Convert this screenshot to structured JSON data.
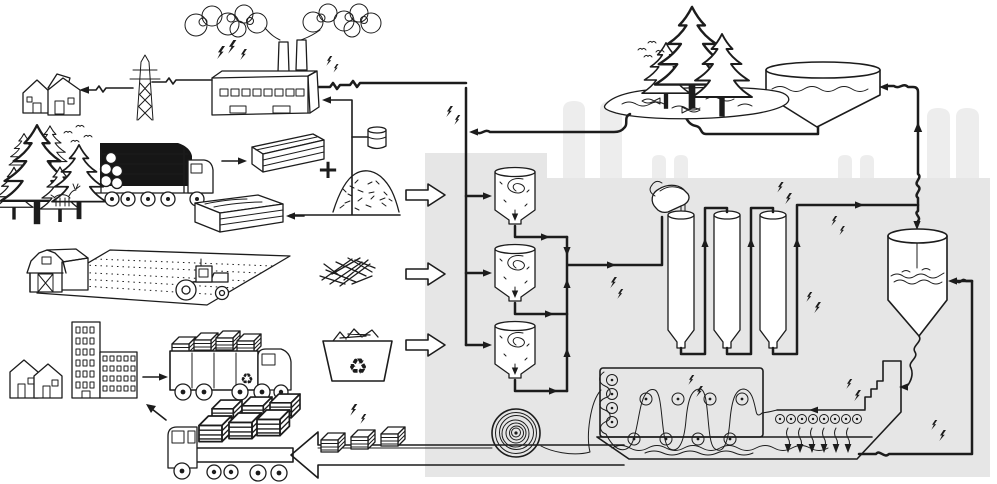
{
  "colors": {
    "ink": "#1c1c1c",
    "mill_body": "#e6e6e6",
    "mill_chimney": "#ededed",
    "log_fill": "#161616",
    "background": "#ffffff"
  },
  "icons": {
    "recycle": "♻",
    "plus": "+"
  },
  "scene": {
    "type": "hand-drawn process flow illustration (paper mill life-cycle)",
    "regions": [
      {
        "name": "energy-loop",
        "elements": [
          "village-houses",
          "transmission-pylon",
          "power-lines",
          "power-plant",
          "smoke-clouds",
          "fuel-barrel",
          "residue-fuel-lines",
          "lightning-bolts"
        ]
      },
      {
        "name": "wood-supply",
        "elements": [
          "forest-fir-trees",
          "deer",
          "birds",
          "log-truck",
          "arrow-logs-to-lumber",
          "sawn-lumber-stack",
          "plus-sign",
          "wood-chip-pile",
          "plywood-stack",
          "arrow-chips-to-plywood"
        ]
      },
      {
        "name": "agricultural-supply",
        "elements": [
          "barn",
          "crop-field",
          "tractor",
          "straw-bundle"
        ]
      },
      {
        "name": "urban-recycling-loop",
        "elements": [
          "city-buildings",
          "arrow-city-to-truck",
          "recovered-paper-truck",
          "recycling-bin",
          "paper-delivery-truck",
          "arrow-truck-to-city",
          "finished-paper-arrow",
          "outgoing-paper-bales"
        ]
      },
      {
        "name": "pulp-and-paper-mill",
        "elements": [
          "mill-silhouette",
          "mill-input-arrows",
          "energy-trunk-line",
          "pulping-digesters",
          "digester-pipes",
          "chemical-pitcher",
          "bleaching-towers",
          "bleaching-pipes",
          "stock-tank",
          "headbox",
          "forming-wire",
          "drainage-arrows",
          "white-water-basin",
          "white-water-return-line",
          "dryer-section",
          "paper-reel",
          "paper-web"
        ]
      },
      {
        "name": "water-treatment-loop",
        "elements": [
          "effluent-riser",
          "clarifier-tank",
          "clarifier-outlet",
          "lake-with-fish",
          "lakeside-fir-trees",
          "lake-outlet-line"
        ]
      }
    ]
  }
}
